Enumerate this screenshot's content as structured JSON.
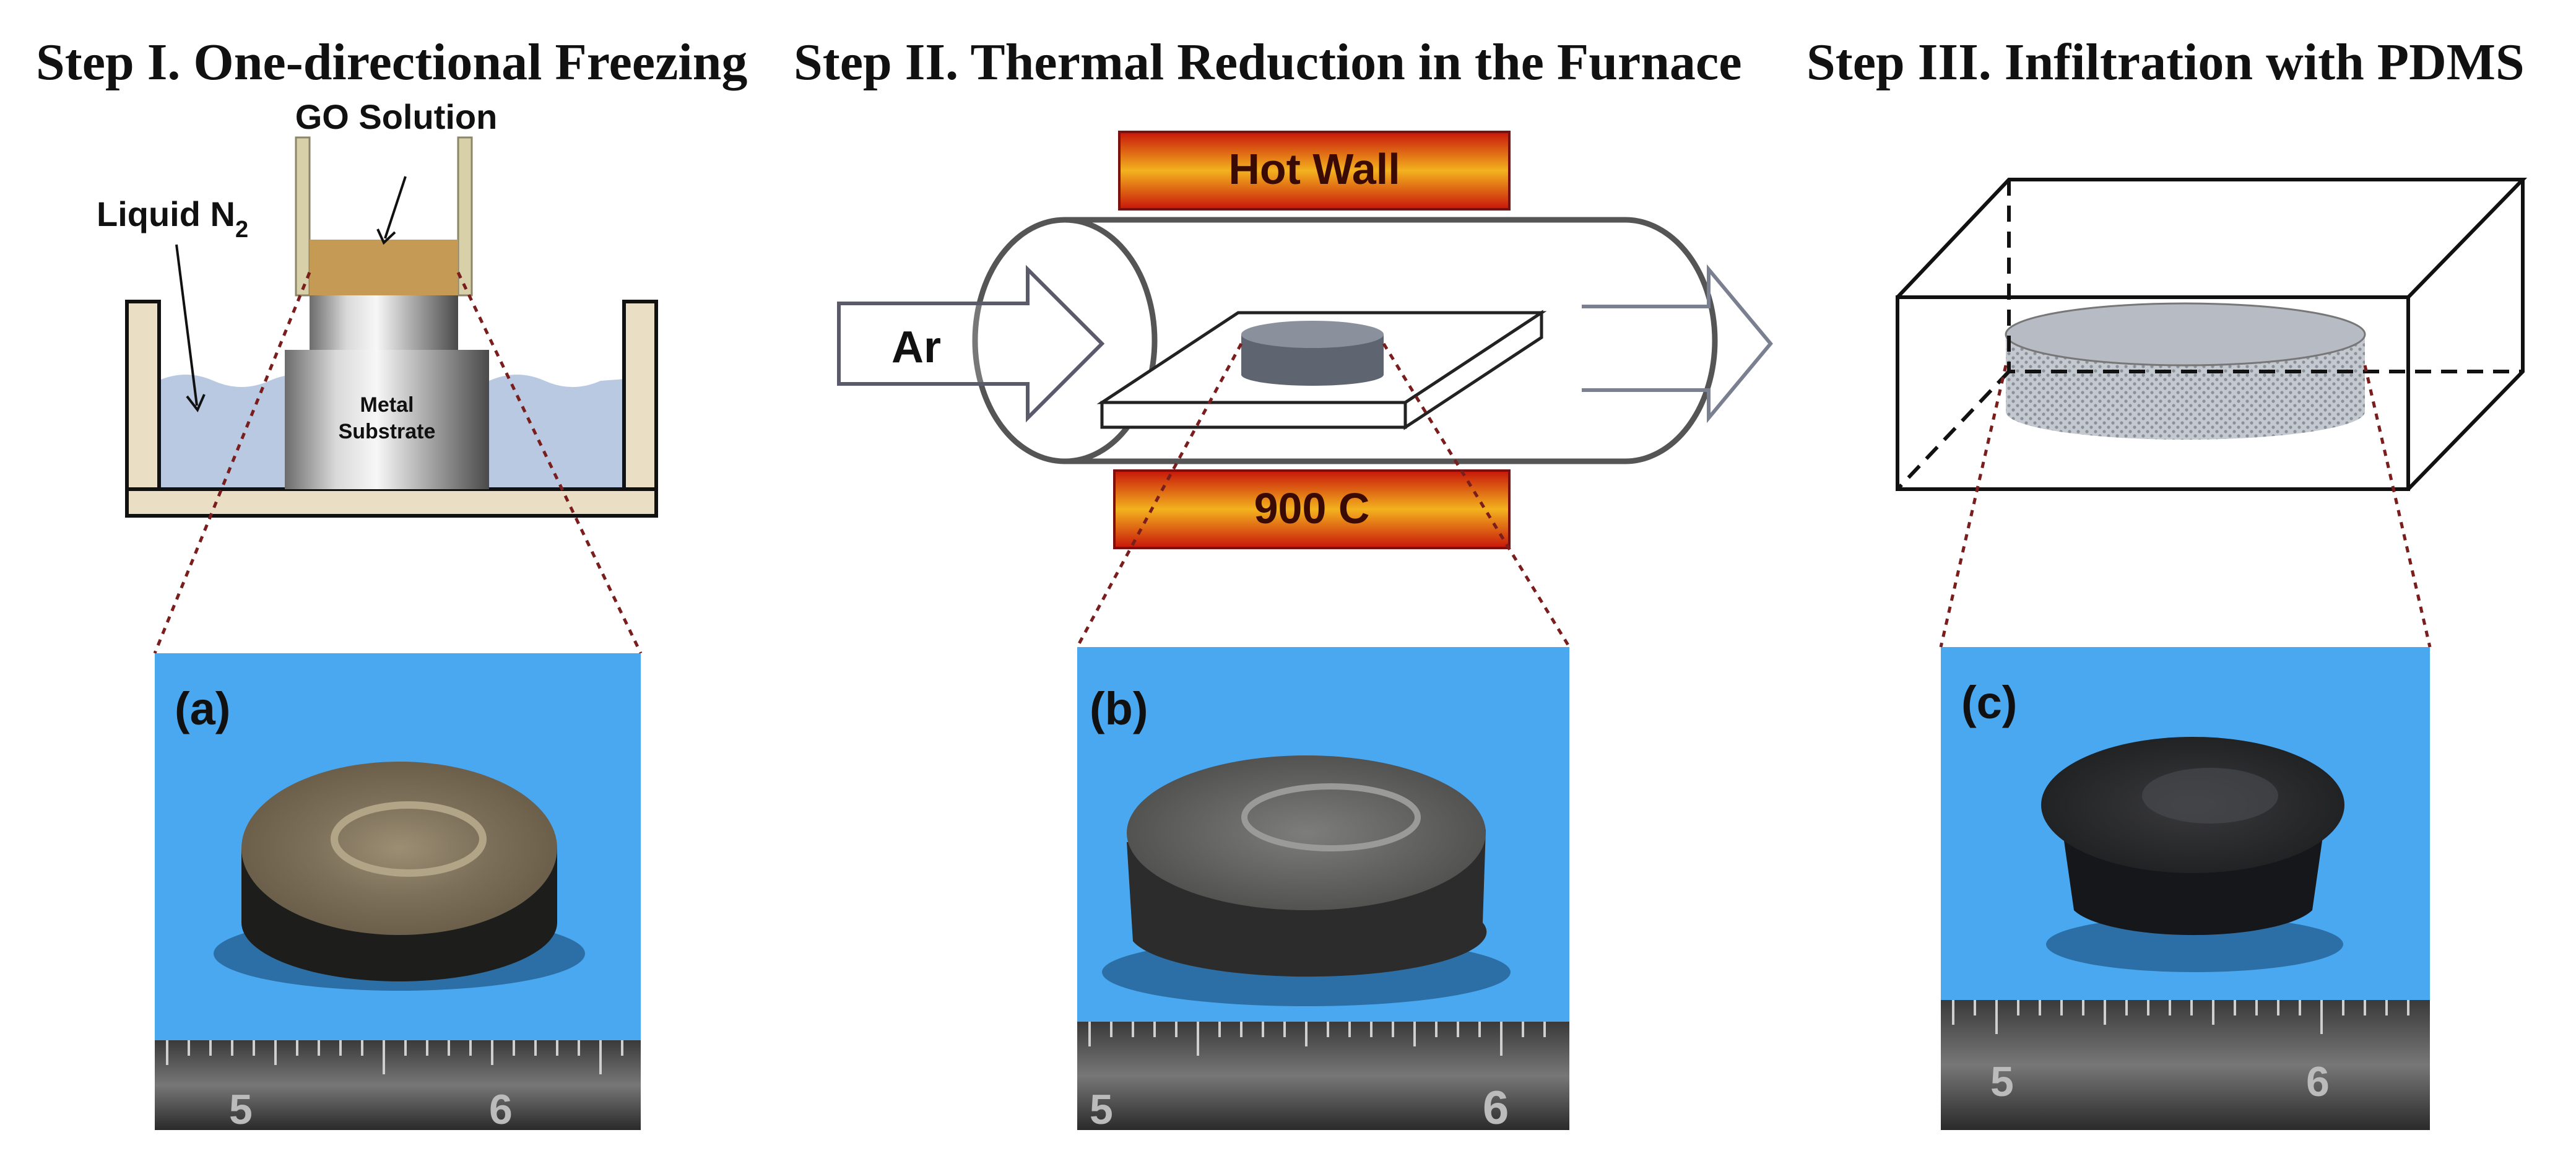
{
  "steps": [
    {
      "title": "Step I. One-directional Freezing"
    },
    {
      "title": "Step II. Thermal Reduction in the Furnace"
    },
    {
      "title": "Step III. Infiltration with PDMS"
    }
  ],
  "freezing": {
    "go_solution": "GO Solution",
    "liquid_n2_main": "Liquid N",
    "liquid_n2_sub": "2",
    "metal_line1": "Metal",
    "metal_line2": "Substrate"
  },
  "furnace": {
    "hot_wall": "Hot Wall",
    "temperature": "900 C",
    "gas": "Ar"
  },
  "photos": [
    {
      "label": "(a)",
      "ruler": [
        "5",
        "6"
      ]
    },
    {
      "label": "(b)",
      "ruler": [
        "5",
        "6"
      ]
    },
    {
      "label": "(c)",
      "ruler": [
        "5",
        "6"
      ]
    }
  ],
  "colors": {
    "liquid": "#b9c9e2",
    "wood_frame": "#eadfc4",
    "go_solution": "#c49a55",
    "heater_red": "#c8160a",
    "heater_yellow": "#f3b21e",
    "photo_bg": "#4aa8f0",
    "pdms_disk": "#b7bcc4",
    "leader_line": "#7a1d1d"
  }
}
